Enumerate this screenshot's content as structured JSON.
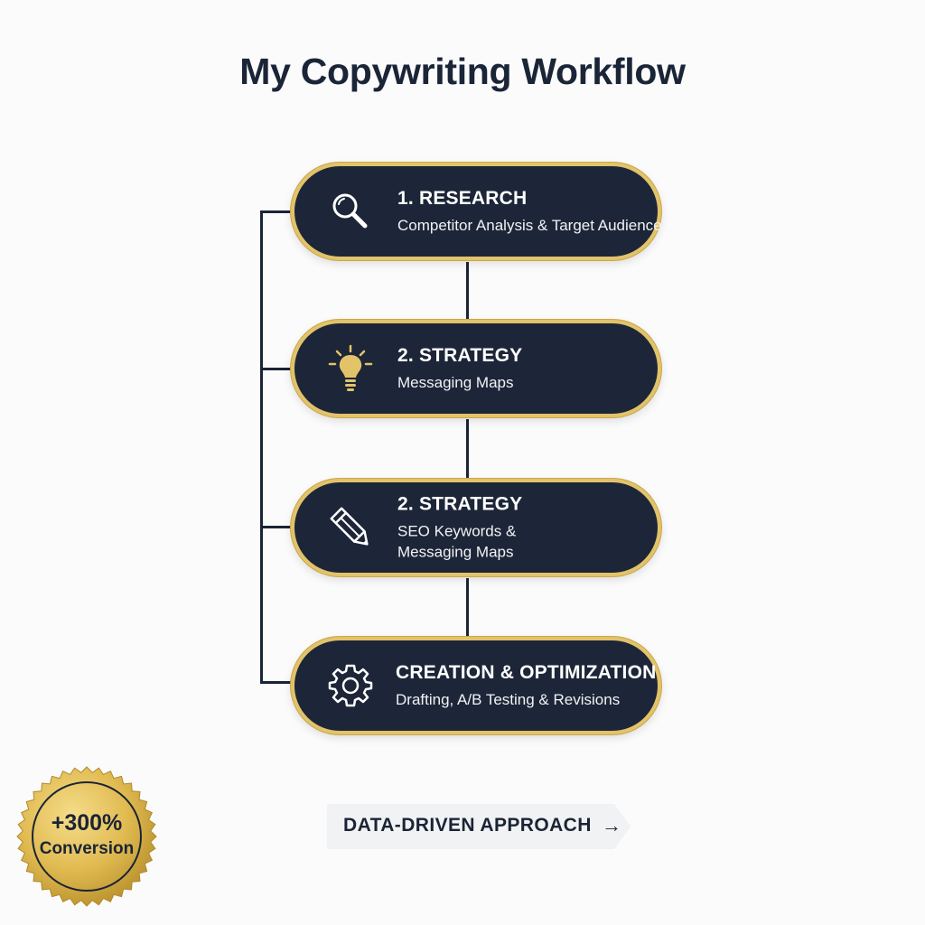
{
  "title": "My Copywriting Workflow",
  "steps": [
    {
      "title": "1. RESEARCH",
      "lines": [
        "Competitor Analysis & Target Audience"
      ],
      "icon": "magnifier-icon"
    },
    {
      "title": "2. STRATEGY",
      "lines": [
        "Messaging Maps"
      ],
      "icon": "lightbulb-icon"
    },
    {
      "title": "2. STRATEGY",
      "lines": [
        "SEO Keywords &",
        "Messaging Maps"
      ],
      "icon": "pencil-icon"
    },
    {
      "title": "CREATION & OPTIMIZATION",
      "lines": [
        "Drafting, A/B Testing & Revisions"
      ],
      "icon": "gear-icon"
    }
  ],
  "badge": {
    "value": "+300%",
    "label": "Conversion"
  },
  "approach": {
    "label": "DATA-DRIVEN APPROACH",
    "arrow": "→"
  },
  "colors": {
    "navy": "#1d2638",
    "gold": "#e2c36a",
    "background": "#fbfbfb"
  }
}
